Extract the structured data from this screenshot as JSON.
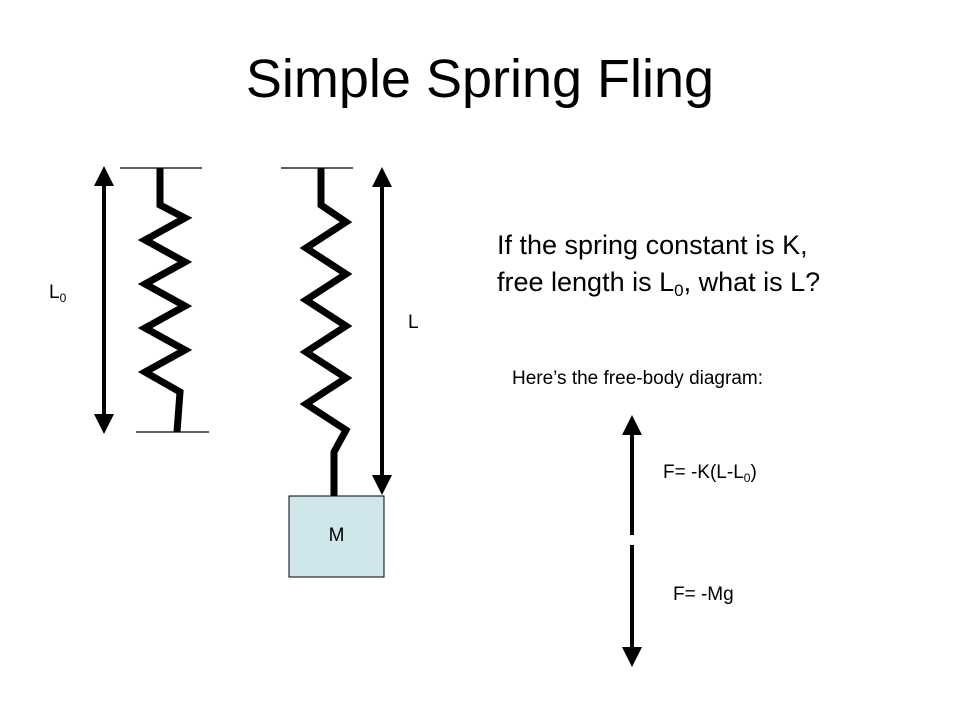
{
  "title": "Simple Spring Fling",
  "labels": {
    "free_length_main": "L",
    "free_length_sub": "0",
    "stretched_length": "L",
    "mass": "M"
  },
  "question": {
    "line1": "If the spring constant is K, free length is L",
    "sub": "0",
    "line2": ", what is L?"
  },
  "fbd_caption": "Here’s the free-body diagram:",
  "forces": {
    "spring_force_prefix": "F= -K(L-L",
    "spring_force_sub": "0",
    "spring_force_suffix": ")",
    "gravity_force": "F= -Mg"
  },
  "colors": {
    "mass_fill": "#cfe6eb",
    "line": "#000000"
  }
}
